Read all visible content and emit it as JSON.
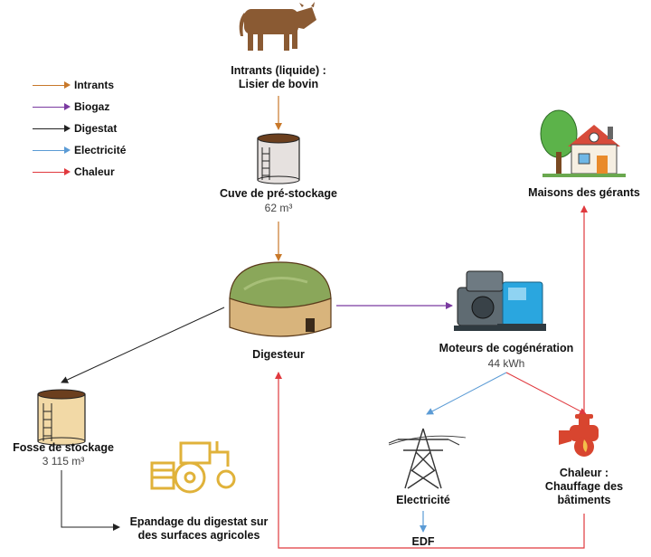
{
  "legend": [
    {
      "label": "Intrants",
      "color": "#c8782a"
    },
    {
      "label": "Biogaz",
      "color": "#7a3aa0"
    },
    {
      "label": "Digestat",
      "color": "#222222"
    },
    {
      "label": "Electricité",
      "color": "#5b9bd5"
    },
    {
      "label": "Chaleur",
      "color": "#e0393e"
    }
  ],
  "nodes": {
    "intrants": {
      "line1": "Intrants (liquide) :",
      "line2": "Lisier de bovin"
    },
    "cuve": {
      "title": "Cuve de pré-stockage",
      "capacity": "62 m³"
    },
    "digesteur": {
      "title": "Digesteur"
    },
    "moteurs": {
      "title": "Moteurs de cogénération",
      "power": "44 kWh"
    },
    "maisons": {
      "title": "Maisons des gérants"
    },
    "fosse": {
      "title": "Fosse de stockage",
      "capacity": "3 115 m³"
    },
    "epandage": {
      "line1": "Epandage du digestat sur",
      "line2": "des surfaces agricoles"
    },
    "electricite": {
      "title": "Electricité"
    },
    "edf": {
      "title": "EDF"
    },
    "chaleur": {
      "line1": "Chaleur :",
      "line2": "Chauffage des",
      "line3": "bâtiments"
    }
  },
  "icons": [
    "cow-icon",
    "tank-icon",
    "digester-dome-icon",
    "engine-generator-icon",
    "house-icon",
    "pylon-icon",
    "tractor-icon",
    "heat-tap-icon"
  ]
}
